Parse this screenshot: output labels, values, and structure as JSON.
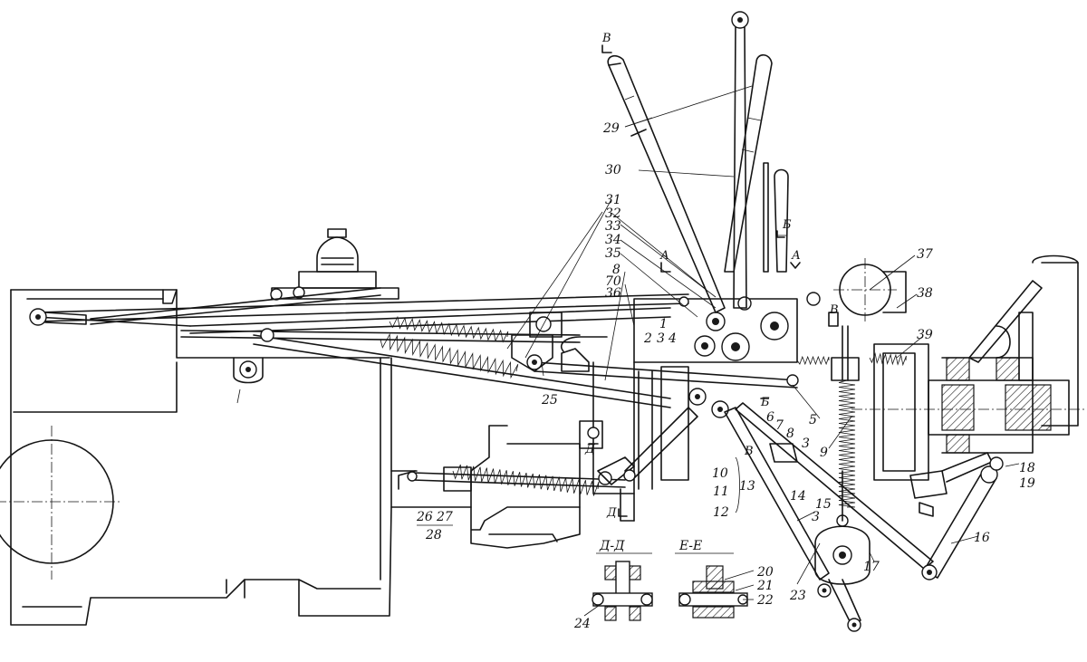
{
  "callouts": {
    "c1": "1",
    "c2": "2",
    "c3a": "3",
    "c3b": "3",
    "c3c": "3",
    "c4": "4",
    "c5": "5",
    "c6": "6",
    "c7": "7",
    "c8a": "8",
    "c8b": "8",
    "c9": "9",
    "c10": "10",
    "c11": "11",
    "c12": "12",
    "c13": "13",
    "c14": "14",
    "c15": "15",
    "c16": "16",
    "c17": "17",
    "c18": "18",
    "c19": "19",
    "c20": "20",
    "c21": "21",
    "c22": "22",
    "c23": "23",
    "c24": "24",
    "c25": "25",
    "c26": "26",
    "c27": "27",
    "c28": "28",
    "c29": "29",
    "c30": "30",
    "c31": "31",
    "c32": "32",
    "c33": "33",
    "c34": "34",
    "c35": "35",
    "c36": "36",
    "c37": "37",
    "c38": "38",
    "c39": "39",
    "c70": "70"
  },
  "section_marks": {
    "a1": "А",
    "a2": "А",
    "b1": "Б",
    "b2": "Б",
    "v1": "В",
    "v2": "В",
    "v3": "В",
    "d1": "Д",
    "d2": "Д"
  },
  "section_titles": {
    "dd": "Д-Д",
    "ee": "Е-Е"
  }
}
